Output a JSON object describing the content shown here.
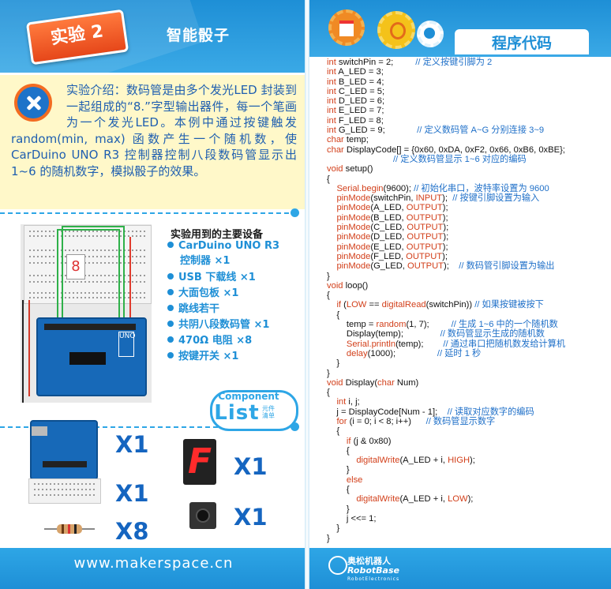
{
  "left": {
    "badge": "实验 2",
    "title": "智能骰子",
    "intro": "实验介绍：数码管是由多个发光LED 封装到一起组成的“8.”字型输出器件，每一个笔画为一个发光LED。本例中通过按键触发 random(min, max) 函数产生一个随机数，使 CarDuino UNO R3 控制器控制八段数码管显示出 1~6 的随机数字，模拟骰子的效果。",
    "equipment_title": "实验用到的主要设备",
    "equipment": [
      "CarDuino UNO R3",
      "控制器 ×1",
      "USB 下载线 ×1",
      "大面包板 ×1",
      "跳线若干",
      "共阴八段数码管 ×1",
      "470Ω 电阻 ×8",
      "按键开关 ×1"
    ],
    "component_list": {
      "top": "Component",
      "main": "List",
      "sub": "元件清单"
    },
    "quantities": [
      "X1",
      "X1",
      "X8",
      "X1",
      "X1"
    ],
    "seven_seg_char": "F",
    "website": "www.makerspace.cn"
  },
  "right": {
    "title": "程序代码",
    "logo": {
      "main": "奥松机器人",
      "sub": "RobotBase",
      "tiny": "RobotElectronics"
    },
    "code_lines": [
      "int switchPin = 2;         // 定义按键引脚为 2",
      "int A_LED = 3;",
      "int B_LED = 4;",
      "int C_LED = 5;",
      "int D_LED = 6;",
      "int E_LED = 7;",
      "int F_LED = 8;",
      "int G_LED = 9;             // 定义数码管 A~G 分别连接 3~9",
      "char temp;",
      "char DisplayCode[] = {0x60, 0xDA, 0xF2, 0x66, 0xB6, 0xBE};",
      "                           // 定义数码管显示 1~6 对应的编码",
      "void setup()",
      "{",
      "    Serial.begin(9600); // 初始化串口，波特率设置为 9600",
      "    pinMode(switchPin, INPUT);  // 按键引脚设置为输入",
      "    pinMode(A_LED, OUTPUT);",
      "    pinMode(B_LED, OUTPUT);",
      "    pinMode(C_LED, OUTPUT);",
      "    pinMode(D_LED, OUTPUT);",
      "    pinMode(E_LED, OUTPUT);",
      "    pinMode(F_LED, OUTPUT);",
      "    pinMode(G_LED, OUTPUT);    // 数码管引脚设置为输出",
      "}",
      "void loop()",
      "{",
      "    if (LOW == digitalRead(switchPin)) // 如果按键被按下",
      "    {",
      "        temp = random(1, 7);         // 生成 1~6 中的一个随机数",
      "        Display(temp);               // 数码管显示生成的随机数",
      "        Serial.println(temp);        // 通过串口把随机数发给计算机",
      "        delay(1000);                 // 延时 1 秒",
      "    }",
      "}",
      "void Display(char Num)",
      "{",
      "    int i, j;",
      "    j = DisplayCode[Num - 1];    // 读取对应数字的编码",
      "    for (i = 0; i < 8; i++)      // 数码管显示数字",
      "    {",
      "        if (j & 0x80)",
      "        {",
      "            digitalWrite(A_LED + i, HIGH);",
      "        }",
      "        else",
      "        {",
      "            digitalWrite(A_LED + i, LOW);",
      "        }",
      "        j <<= 1;",
      "    }",
      "}"
    ]
  },
  "colors": {
    "primary": "#1e8fd6",
    "accent": "#e6471a",
    "intro_bg": "#fff8c9",
    "code_keyword": "#d23f1a",
    "code_comment": "#1e6fc8"
  }
}
